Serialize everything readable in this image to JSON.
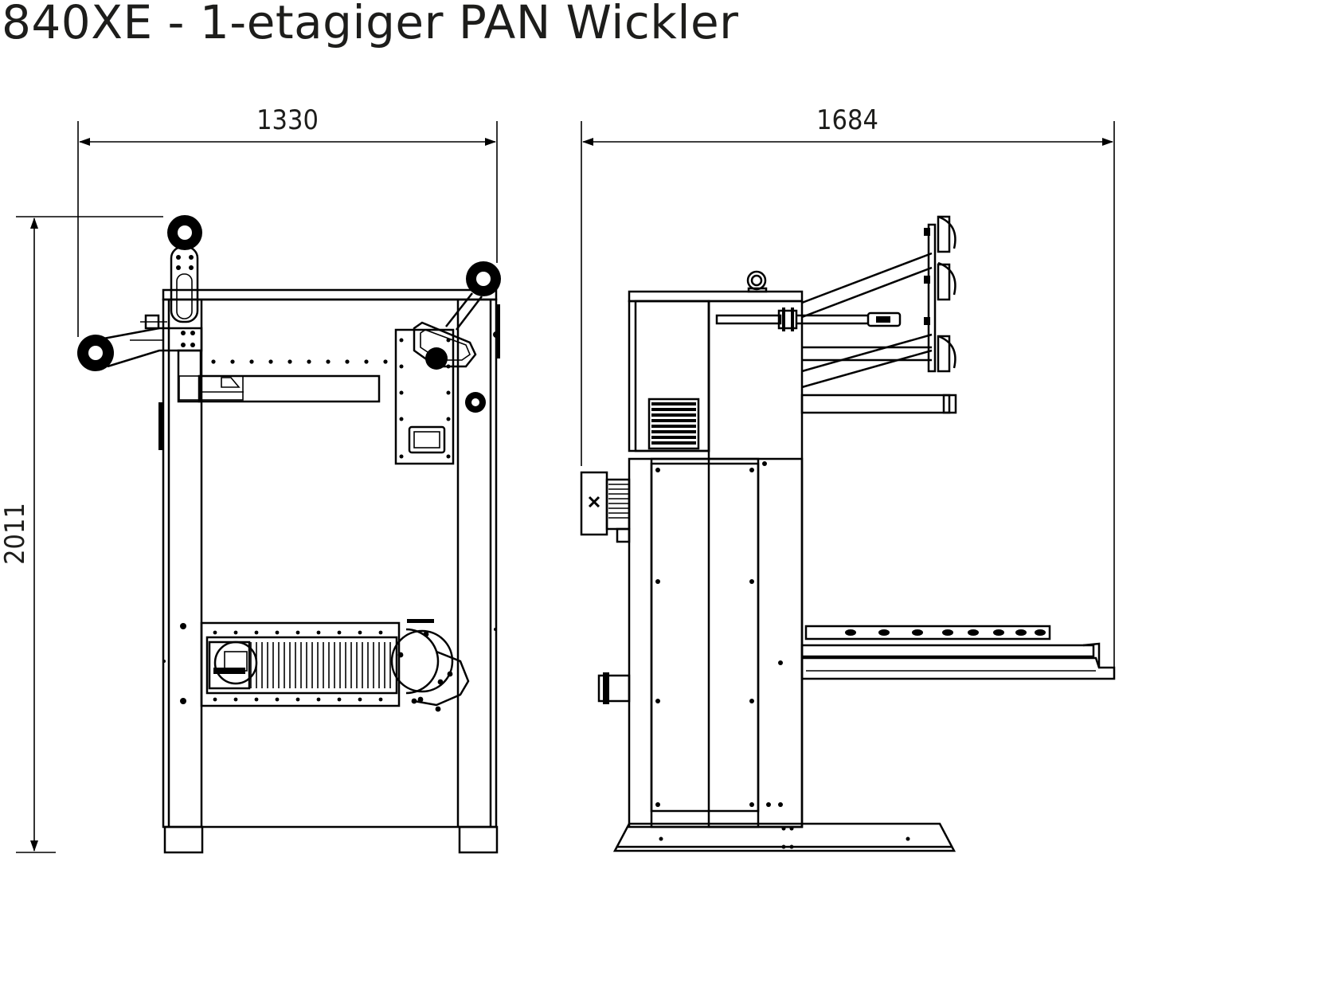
{
  "title": "840XE - 1-etagiger PAN Wickler",
  "dimensions": {
    "front_width": "1330",
    "side_depth": "1684",
    "height": "2011"
  },
  "colors": {
    "line": "#000000",
    "text": "#1d1d1b",
    "background": "#ffffff"
  }
}
